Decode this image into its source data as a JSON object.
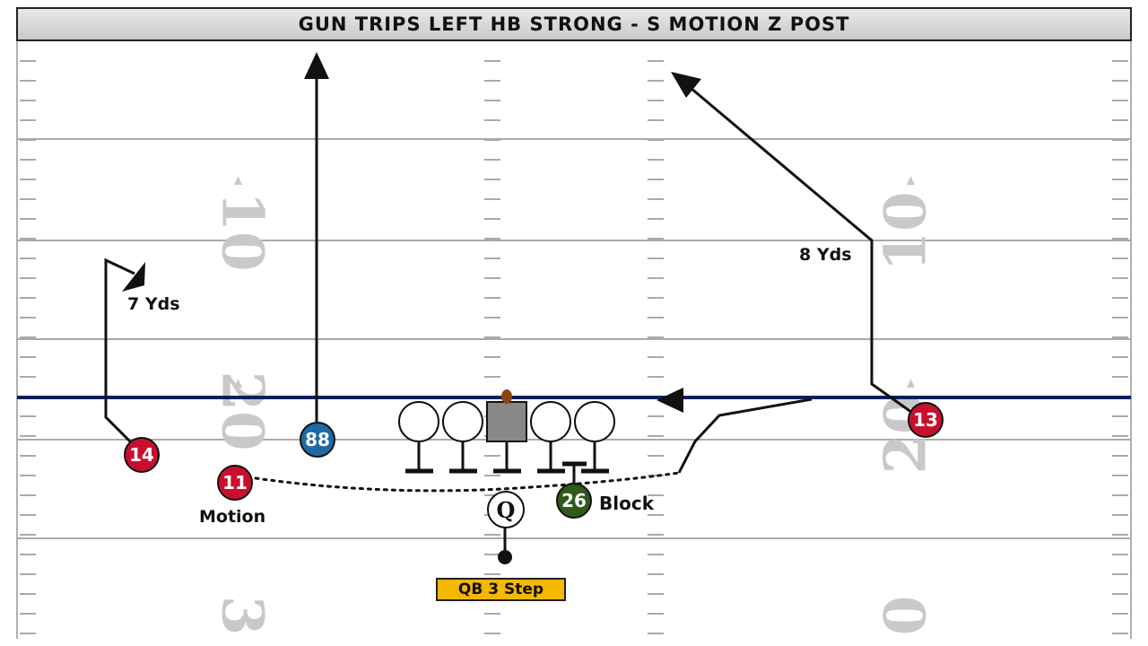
{
  "title": "GUN TRIPS LEFT HB STRONG - S MOTION Z POST",
  "yard_numbers": {
    "left_top": "10",
    "left_mid": "20",
    "left_bot": "3",
    "right_top": "10",
    "right_mid": "20",
    "right_bot": "0"
  },
  "players": {
    "x_receiver": "14",
    "motion_receiver": "11",
    "tight_end": "88",
    "z_receiver": "13",
    "halfback": "26",
    "quarterback": "Q"
  },
  "labels": {
    "out_route": "7 Yds",
    "post_route": "8 Yds",
    "motion": "Motion",
    "block": "Block",
    "qb_drop": "QB 3 Step"
  },
  "colors": {
    "receiver_red": "#c8102e",
    "tight_end_blue": "#1d6aa5",
    "halfback_green": "#2f5a1a",
    "scrimmage_line": "#0b1f5c",
    "qb_tag": "#f5b800",
    "yard_line": "#aaaaaa"
  }
}
